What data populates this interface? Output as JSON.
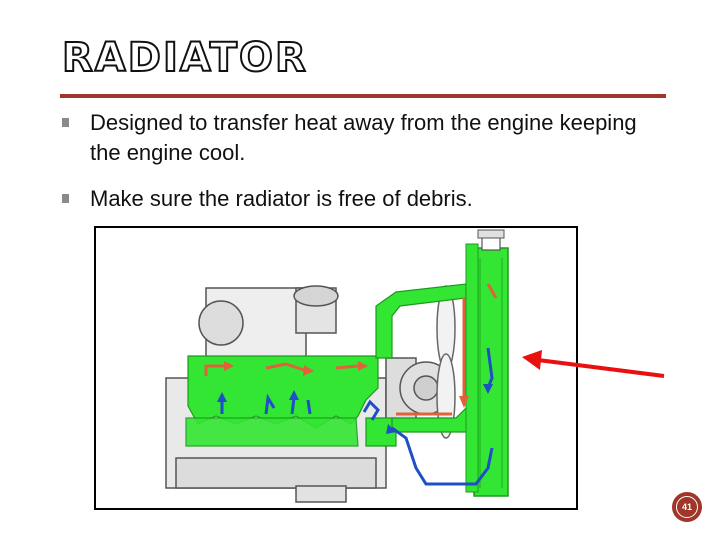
{
  "slide": {
    "title": "RADIATOR",
    "bullets": [
      "Designed to transfer heat away from the engine keeping the engine cool.",
      "Make sure the radiator is free of debris."
    ],
    "page_number": "41"
  },
  "diagram": {
    "subject": "engine-cooling-system",
    "coolant_color": "#33e633",
    "hot_flow_color": "#e0623a",
    "cool_flow_color": "#1f4fc4",
    "pointer_color": "#e81010"
  },
  "theme": {
    "accent": "#a0362a"
  }
}
